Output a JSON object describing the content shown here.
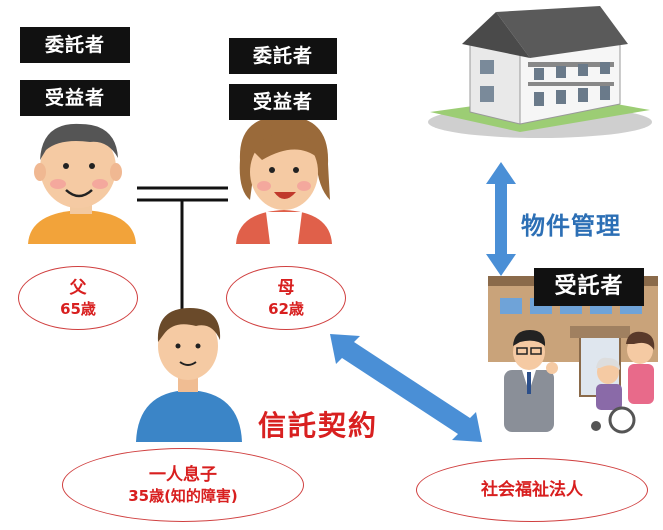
{
  "father": {
    "role_1": "委託者",
    "role_2": "受益者",
    "name": "父",
    "age": "65歳"
  },
  "mother": {
    "role_1": "委託者",
    "role_2": "受益者",
    "name": "母",
    "age": "62歳"
  },
  "son": {
    "name": "一人息子",
    "detail": "35歳(知的障害)"
  },
  "property": {
    "management_label": "物件管理"
  },
  "trustee": {
    "role": "受託者",
    "organization": "社会福祉法人"
  },
  "contract": {
    "label": "信託契約"
  },
  "colors": {
    "tag_bg": "#111111",
    "accent_red": "#d82020",
    "arrow_blue": "#4a8fd6",
    "label_blue": "#2c6fb5"
  },
  "icons": [
    "father-figure",
    "mother-figure",
    "son-figure",
    "apartment-building-icon",
    "welfare-facility-icon",
    "double-arrow-icon"
  ]
}
